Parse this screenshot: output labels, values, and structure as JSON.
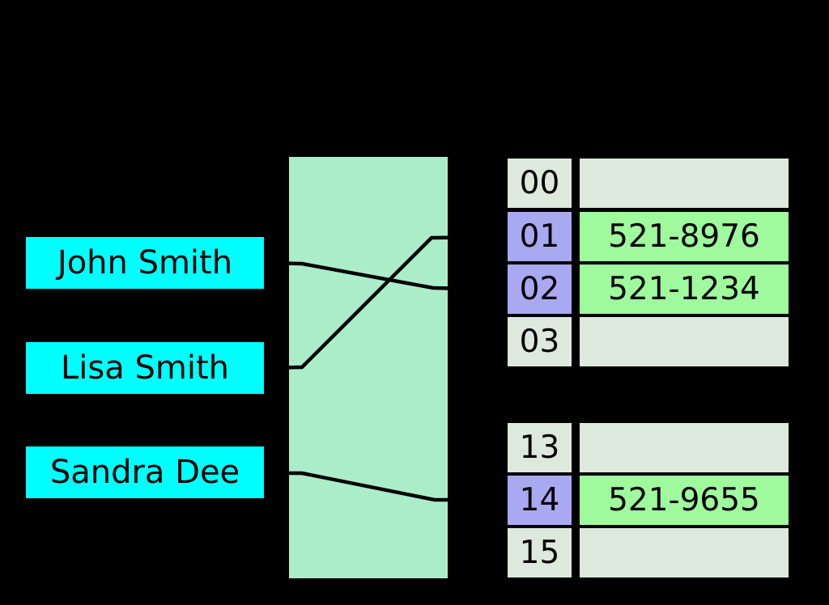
{
  "keys": [
    {
      "label": "John Smith"
    },
    {
      "label": "Lisa Smith"
    },
    {
      "label": "Sandra Dee"
    }
  ],
  "buckets": [
    {
      "index": "00",
      "value": "",
      "used": false
    },
    {
      "index": "01",
      "value": "521-8976",
      "used": true
    },
    {
      "index": "02",
      "value": "521-1234",
      "used": true
    },
    {
      "index": "03",
      "value": "",
      "used": false
    },
    {
      "index": "13",
      "value": "",
      "used": false
    },
    {
      "index": "14",
      "value": "521-9655",
      "used": true
    },
    {
      "index": "15",
      "value": "",
      "used": false
    }
  ],
  "connections": [
    {
      "from": "John Smith",
      "to": "02"
    },
    {
      "from": "Lisa Smith",
      "to": "01"
    },
    {
      "from": "Sandra Dee",
      "to": "14"
    }
  ],
  "colors": {
    "background": "#000000",
    "key_box": "#00ffff",
    "hash_box": "#abedc8",
    "bucket_empty": "#dde9dc",
    "bucket_index_used": "#a9a9f2",
    "bucket_value_used": "#9efa9d",
    "line": "#000000",
    "text": "#000000"
  }
}
